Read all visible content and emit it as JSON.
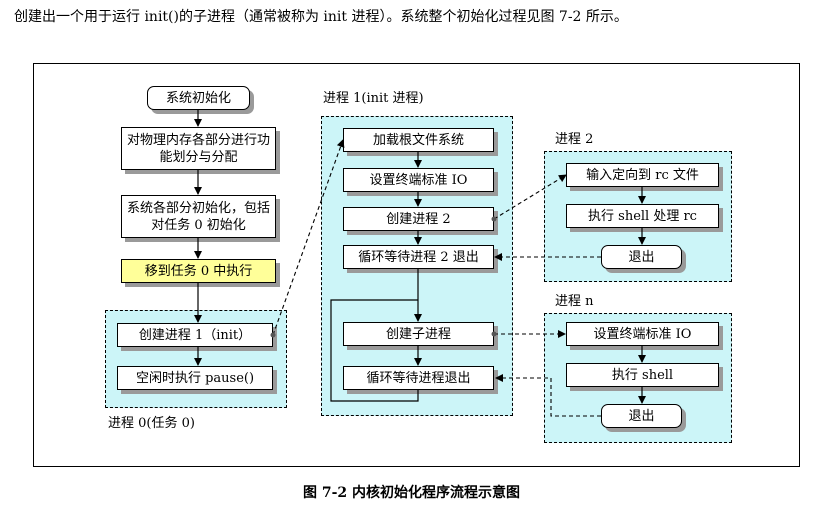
{
  "intro_text": "创建出一个用于运行 init()的子进程（通常被称为 init 进程）。系统整个初始化过程见图 7-2 所示。",
  "caption": "图 7-2 内核初始化程序流程示意图",
  "groups": {
    "process0_label": "进程 0(任务 0)",
    "process1_label": "进程 1(init 进程)",
    "process2_label": "进程 2",
    "processn_label": "进程 n"
  },
  "boxes": {
    "sys_init": "系统初始化",
    "mem_alloc": "对物理内存各部分进行功能划分与分配",
    "init_all": "系统各部分初始化，包括对任务 0 初始化",
    "move_to_task0": "移到任务 0 中执行",
    "create_p1": "创建进程 1（init）",
    "idle_pause": "空闲时执行 pause()",
    "load_rootfs": "加载根文件系统",
    "set_tty_p1": "设置终端标准 IO",
    "create_p2": "创建进程 2",
    "wait_p2": "循环等待进程 2 退出",
    "create_child": "创建子进程",
    "wait_exit": "循环等待进程退出",
    "redirect_rc": "输入定向到 rc 文件",
    "exec_shell_rc": "执行 shell 处理 rc",
    "exit_p2": "退出",
    "set_tty_pn": "设置终端标准 IO",
    "exec_shell": "执行 shell",
    "exit_pn": "退出"
  }
}
